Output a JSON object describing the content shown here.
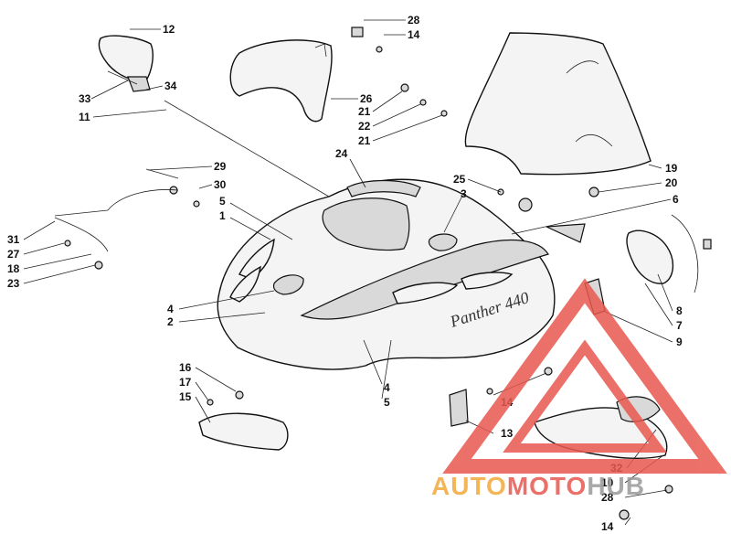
{
  "diagram": {
    "callouts": [
      {
        "id": "c12",
        "label": "12"
      },
      {
        "id": "c33",
        "label": "33"
      },
      {
        "id": "c34",
        "label": "34"
      },
      {
        "id": "c11",
        "label": "11"
      },
      {
        "id": "c28a",
        "label": "28"
      },
      {
        "id": "c14a",
        "label": "14"
      },
      {
        "id": "c26",
        "label": "26"
      },
      {
        "id": "c21a",
        "label": "21"
      },
      {
        "id": "c22",
        "label": "22"
      },
      {
        "id": "c21b",
        "label": "21"
      },
      {
        "id": "c24",
        "label": "24"
      },
      {
        "id": "c19",
        "label": "19"
      },
      {
        "id": "c20",
        "label": "20"
      },
      {
        "id": "c29",
        "label": "29"
      },
      {
        "id": "c30",
        "label": "30"
      },
      {
        "id": "c5a",
        "label": "5"
      },
      {
        "id": "c1",
        "label": "1"
      },
      {
        "id": "c25",
        "label": "25"
      },
      {
        "id": "c3",
        "label": "3"
      },
      {
        "id": "c6",
        "label": "6"
      },
      {
        "id": "c31",
        "label": "31"
      },
      {
        "id": "c27",
        "label": "27"
      },
      {
        "id": "c18",
        "label": "18"
      },
      {
        "id": "c23",
        "label": "23"
      },
      {
        "id": "c4a",
        "label": "4"
      },
      {
        "id": "c2",
        "label": "2"
      },
      {
        "id": "c8",
        "label": "8"
      },
      {
        "id": "c7",
        "label": "7"
      },
      {
        "id": "c9",
        "label": "9"
      },
      {
        "id": "c16",
        "label": "16"
      },
      {
        "id": "c17",
        "label": "17"
      },
      {
        "id": "c15",
        "label": "15"
      },
      {
        "id": "c4b",
        "label": "4"
      },
      {
        "id": "c5b",
        "label": "5"
      },
      {
        "id": "c14b",
        "label": "14"
      },
      {
        "id": "c13",
        "label": "13"
      },
      {
        "id": "c32",
        "label": "32"
      },
      {
        "id": "c10",
        "label": "10"
      },
      {
        "id": "c28b",
        "label": "28"
      },
      {
        "id": "c14c",
        "label": "14"
      }
    ],
    "decal_text": "Panther 440"
  },
  "watermark": {
    "text_part1": "AUTO",
    "text_part2": "MOTO",
    "text_part3": "HUB",
    "colors": {
      "orange": "#f2a93b",
      "red": "#e8584f",
      "gray": "#9a9a9a"
    }
  }
}
